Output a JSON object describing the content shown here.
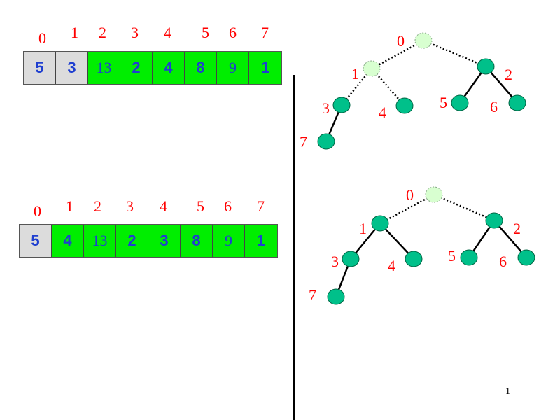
{
  "colors": {
    "sorted_cell": "#dcdcdc",
    "heap_cell": "#00ee00",
    "node_fill": "#00c08a",
    "root_fill": "#d8ffd0",
    "index_text": "#ff0000",
    "value_text": "#1f3fd0"
  },
  "array_top": {
    "indices": [
      "0",
      "1",
      "2",
      "3",
      "4",
      "5",
      "6",
      "7"
    ],
    "values": [
      "5",
      "3",
      "13",
      "2",
      "4",
      "8",
      "9",
      "1"
    ],
    "gray_count": 2
  },
  "array_bottom": {
    "indices": [
      "0",
      "1",
      "2",
      "3",
      "4",
      "5",
      "6",
      "7"
    ],
    "values": [
      "5",
      "4",
      "13",
      "2",
      "3",
      "8",
      "9",
      "1"
    ],
    "gray_count": 1
  },
  "tree_top": {
    "labels": [
      "0",
      "1",
      "2",
      "3",
      "4",
      "5",
      "6",
      "7"
    ],
    "dotted_edges": [
      "0-1",
      "0-2",
      "1-3",
      "1-4"
    ]
  },
  "tree_bottom": {
    "labels": [
      "0",
      "1",
      "2",
      "3",
      "4",
      "5",
      "6",
      "7"
    ],
    "dotted_edges": [
      "0-1",
      "0-2"
    ]
  },
  "page_number": "1"
}
